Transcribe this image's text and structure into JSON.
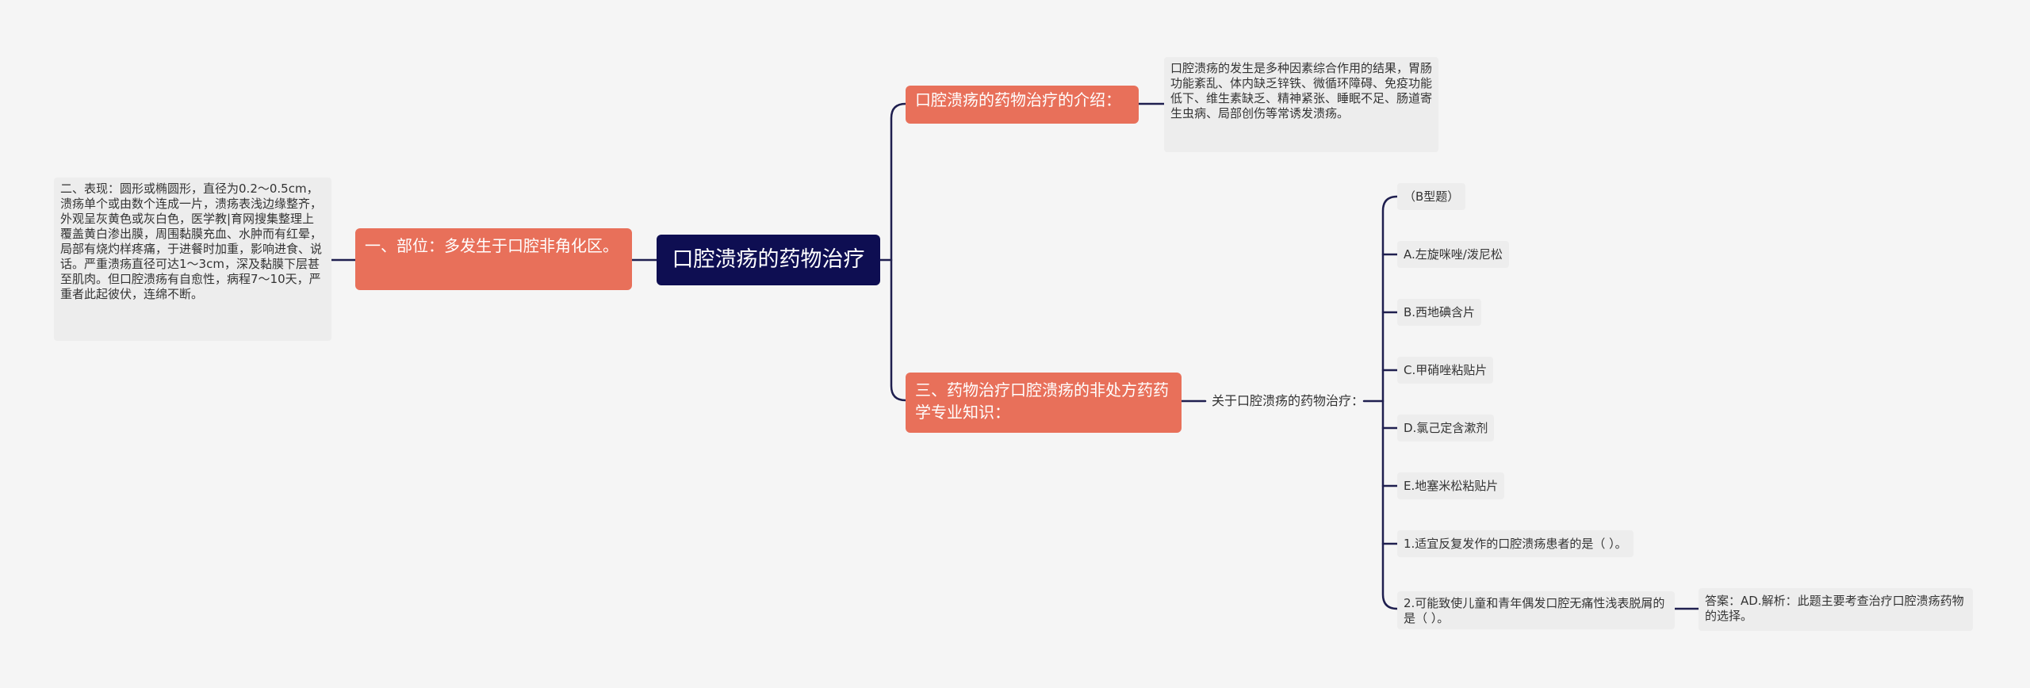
{
  "mindmap": {
    "root": "口腔溃疡的药物治疗",
    "left": {
      "branch": "一、部位：多发生于口腔非角化区。",
      "note": "二、表现：圆形或椭圆形，直径为0.2～0.5cm，溃疡单个或由数个连成一片，溃疡表浅边缘整齐，外观呈灰黄色或灰白色，医学教|育网搜集整理上覆盖黄白渗出膜，周围黏膜充血、水肿而有红晕，局部有烧灼样疼痛，于进餐时加重，影响进食、说话。严重溃疡直径可达1～3cm，深及黏膜下层甚至肌肉。但口腔溃疡有自愈性，病程7～10天，严重者此起彼伏，连绵不断。"
    },
    "right_top": {
      "branch": "口腔溃疡的药物治疗的介绍：",
      "note": "口腔溃疡的发生是多种因素综合作用的结果，胃肠功能紊乱、体内缺乏锌铁、微循环障碍、免疫功能低下、维生素缺乏、精神紧张、睡眠不足、肠道寄生虫病、局部创伤等常诱发溃疡。"
    },
    "right_bottom": {
      "branch": "三、药物治疗口腔溃疡的非处方药药学专业知识：",
      "sub": "关于口腔溃疡的药物治疗：",
      "leaves": [
        "（B型题）",
        "A.左旋咪唑/泼尼松",
        "B.西地碘含片",
        "C.甲硝唑粘贴片",
        "D.氯己定含漱剂",
        "E.地塞米松粘贴片",
        "1.适宜反复发作的口腔溃疡患者的是（ ）。",
        "2.可能致使儿童和青年偶发口腔无痛性浅表脱屑的是（ ）。"
      ],
      "answer": "答案：AD.解析：此题主要考查治疗口腔溃疡药物的选择。"
    }
  },
  "colors": {
    "root_fill": "#0e0e52",
    "branch_fill": "#e8705a",
    "note_fill": "#ededed",
    "connector": "#1f1f4f"
  }
}
